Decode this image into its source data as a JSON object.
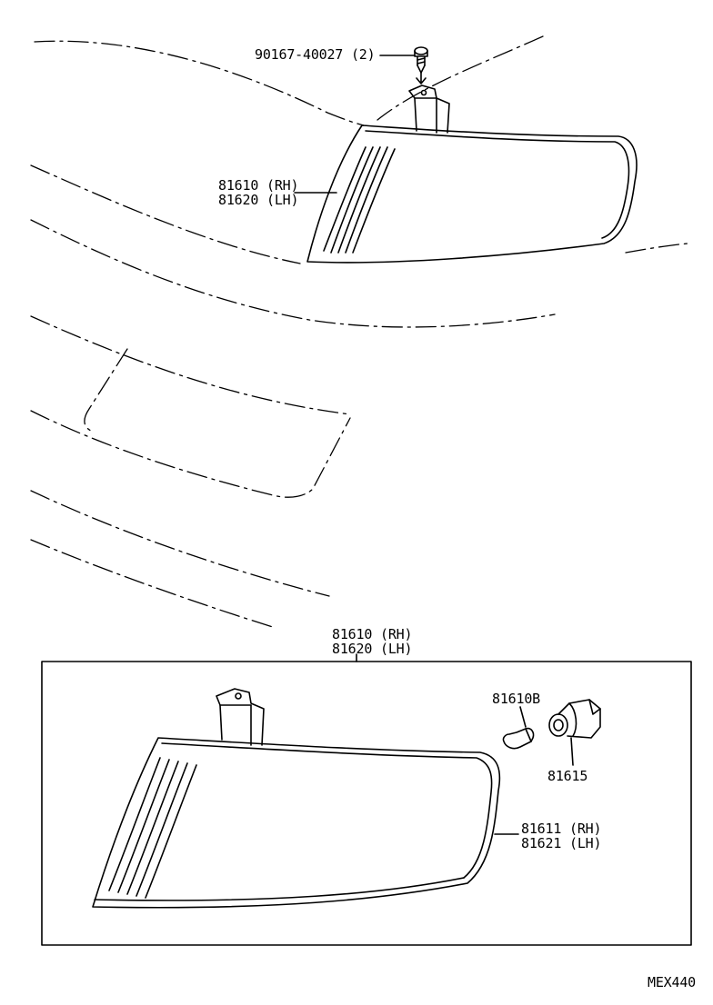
{
  "labels": {
    "screw": "90167-40027 (2)",
    "vehicle_lamp_rh": "81610 (RH)",
    "vehicle_lamp_lh": "81620 (LH)",
    "assy_lamp_rh": "81610 (RH)",
    "assy_lamp_lh": "81620 (LH)",
    "bulb": "81610B",
    "socket": "81615",
    "lens_rh": "81611 (RH)",
    "lens_lh": "81621 (LH)",
    "diagram_code": "MEX440"
  }
}
